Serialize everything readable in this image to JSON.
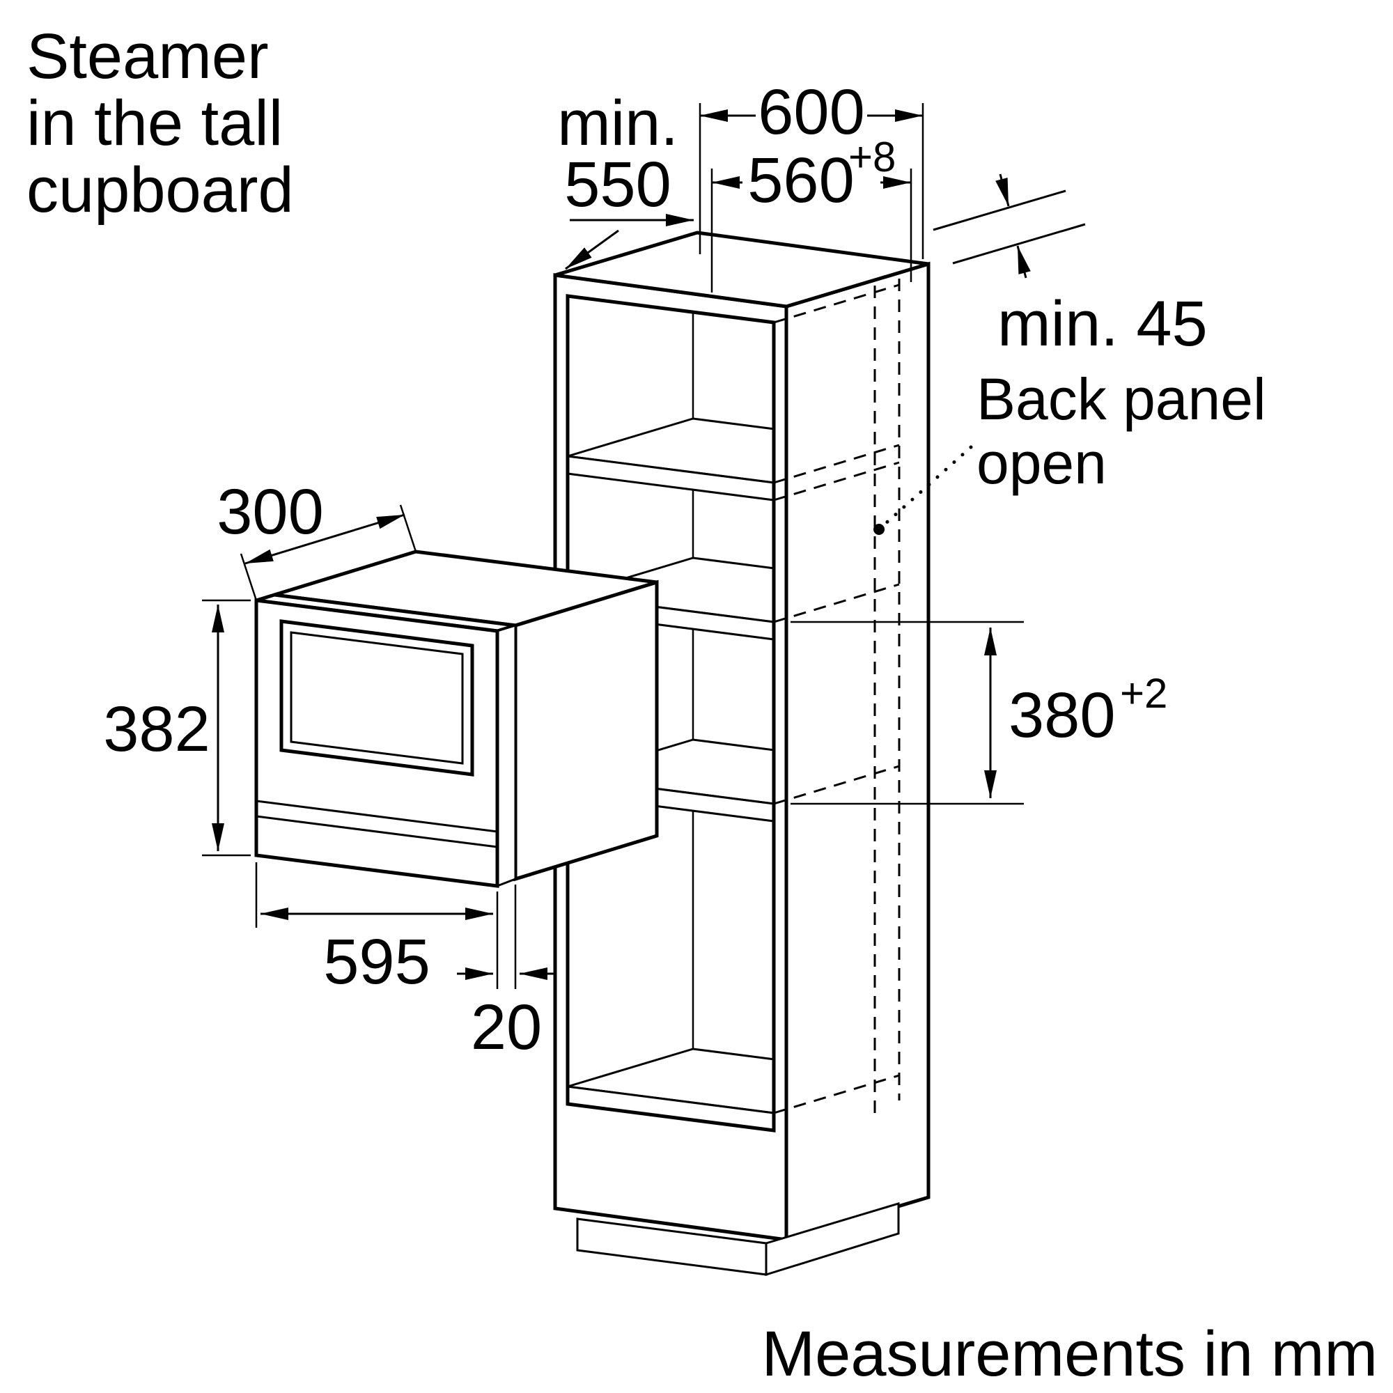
{
  "title_lines": [
    "Steamer",
    "in the tall",
    "cupboard"
  ],
  "footer": "Measurements in mm",
  "dims": {
    "top_width": "600",
    "top_depth_l1": "min.",
    "top_depth_l2": "550",
    "niche_width": "560",
    "niche_width_tol": "+8",
    "wall_clearance": "min. 45",
    "back_panel_l1": "Back panel",
    "back_panel_l2": "open",
    "appliance_depth": "300",
    "appliance_height": "382",
    "niche_height": "380",
    "niche_height_tol": "+2",
    "appliance_width": "595",
    "door_proud": "20"
  },
  "colors": {
    "line": "#000000",
    "background": "#ffffff"
  }
}
